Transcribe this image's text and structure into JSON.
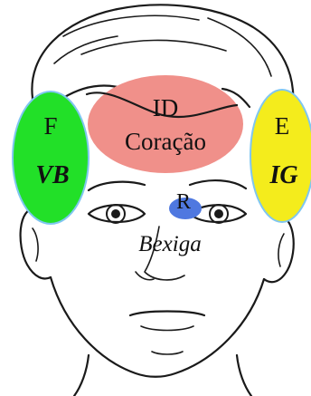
{
  "zones": {
    "left": {
      "letter": "F",
      "organ": "VB",
      "color": "#22e028"
    },
    "center": {
      "letter": "ID",
      "organ": "Coração",
      "color": "#f0908a"
    },
    "right": {
      "letter": "E",
      "organ": "IG",
      "color": "#f4ec1c"
    },
    "nose": {
      "letter": "R",
      "color": "#4f78e0"
    }
  },
  "labels": {
    "bladder": "Bexiga"
  }
}
